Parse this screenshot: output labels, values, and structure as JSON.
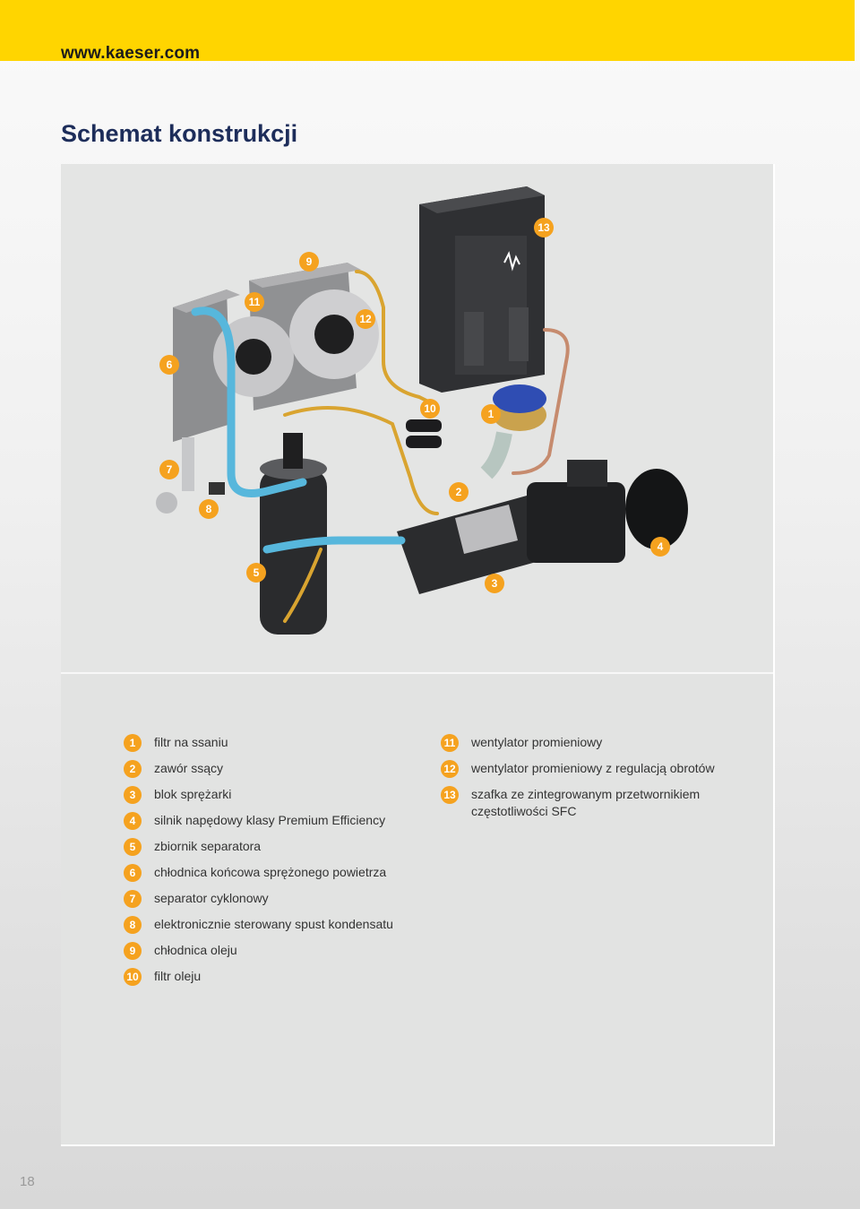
{
  "header": {
    "url": "www.kaeser.com"
  },
  "page_title": "Schemat konstrukcji",
  "callouts": [
    "13",
    "9",
    "11",
    "12",
    "6",
    "10",
    "1",
    "7",
    "2",
    "8",
    "4",
    "5",
    "3"
  ],
  "legend_left": [
    {
      "num": "1",
      "text": "filtr na ssaniu"
    },
    {
      "num": "2",
      "text": "zawór ssący"
    },
    {
      "num": "3",
      "text": "blok sprężarki"
    },
    {
      "num": "4",
      "text": "silnik napędowy klasy Premium Efficiency"
    },
    {
      "num": "5",
      "text": "zbiornik separatora"
    },
    {
      "num": "6",
      "text": "chłodnica końcowa sprężonego powietrza"
    },
    {
      "num": "7",
      "text": "separator cyklonowy"
    },
    {
      "num": "8",
      "text": "elektronicznie sterowany spust kondensatu"
    },
    {
      "num": "9",
      "text": "chłodnica oleju"
    },
    {
      "num": "10",
      "text": "filtr oleju"
    }
  ],
  "legend_right": [
    {
      "num": "11",
      "text": "wentylator promieniowy"
    },
    {
      "num": "12",
      "text": "wentylator promieniowy z regulacją obrotów"
    },
    {
      "num": "13",
      "text": "szafka ze zintegrowanym przetwornikiem częstotliwości SFC"
    }
  ],
  "page_number": "18",
  "colors": {
    "accent": "#ffd500",
    "badge": "#f5a21f",
    "title": "#1d2d5a"
  }
}
